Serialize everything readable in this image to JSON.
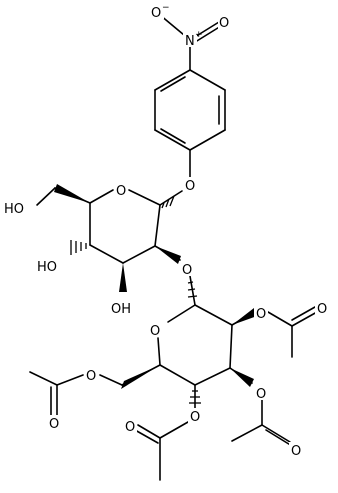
{
  "structure": {
    "nitro": {
      "n": "N",
      "n_charge": "+",
      "o_top": "O",
      "o_top_charge": "−",
      "o_side": "O"
    },
    "glycosidic_o1": "O",
    "ring1_o": "O",
    "link_o": "O",
    "ho_c6": "HO",
    "ho_c4": "HO",
    "oh_c3": "OH",
    "ring2_o": "O",
    "ac_o2_ester": "O",
    "ac_o2_carbonyl": "O",
    "ac_o3_ester": "O",
    "ac_o3_carbonyl": "O",
    "ac_o4_ester": "O",
    "ac_o4_carbonyl": "O",
    "ac_o6_ester": "O",
    "ac_o6_carbonyl": "O"
  }
}
